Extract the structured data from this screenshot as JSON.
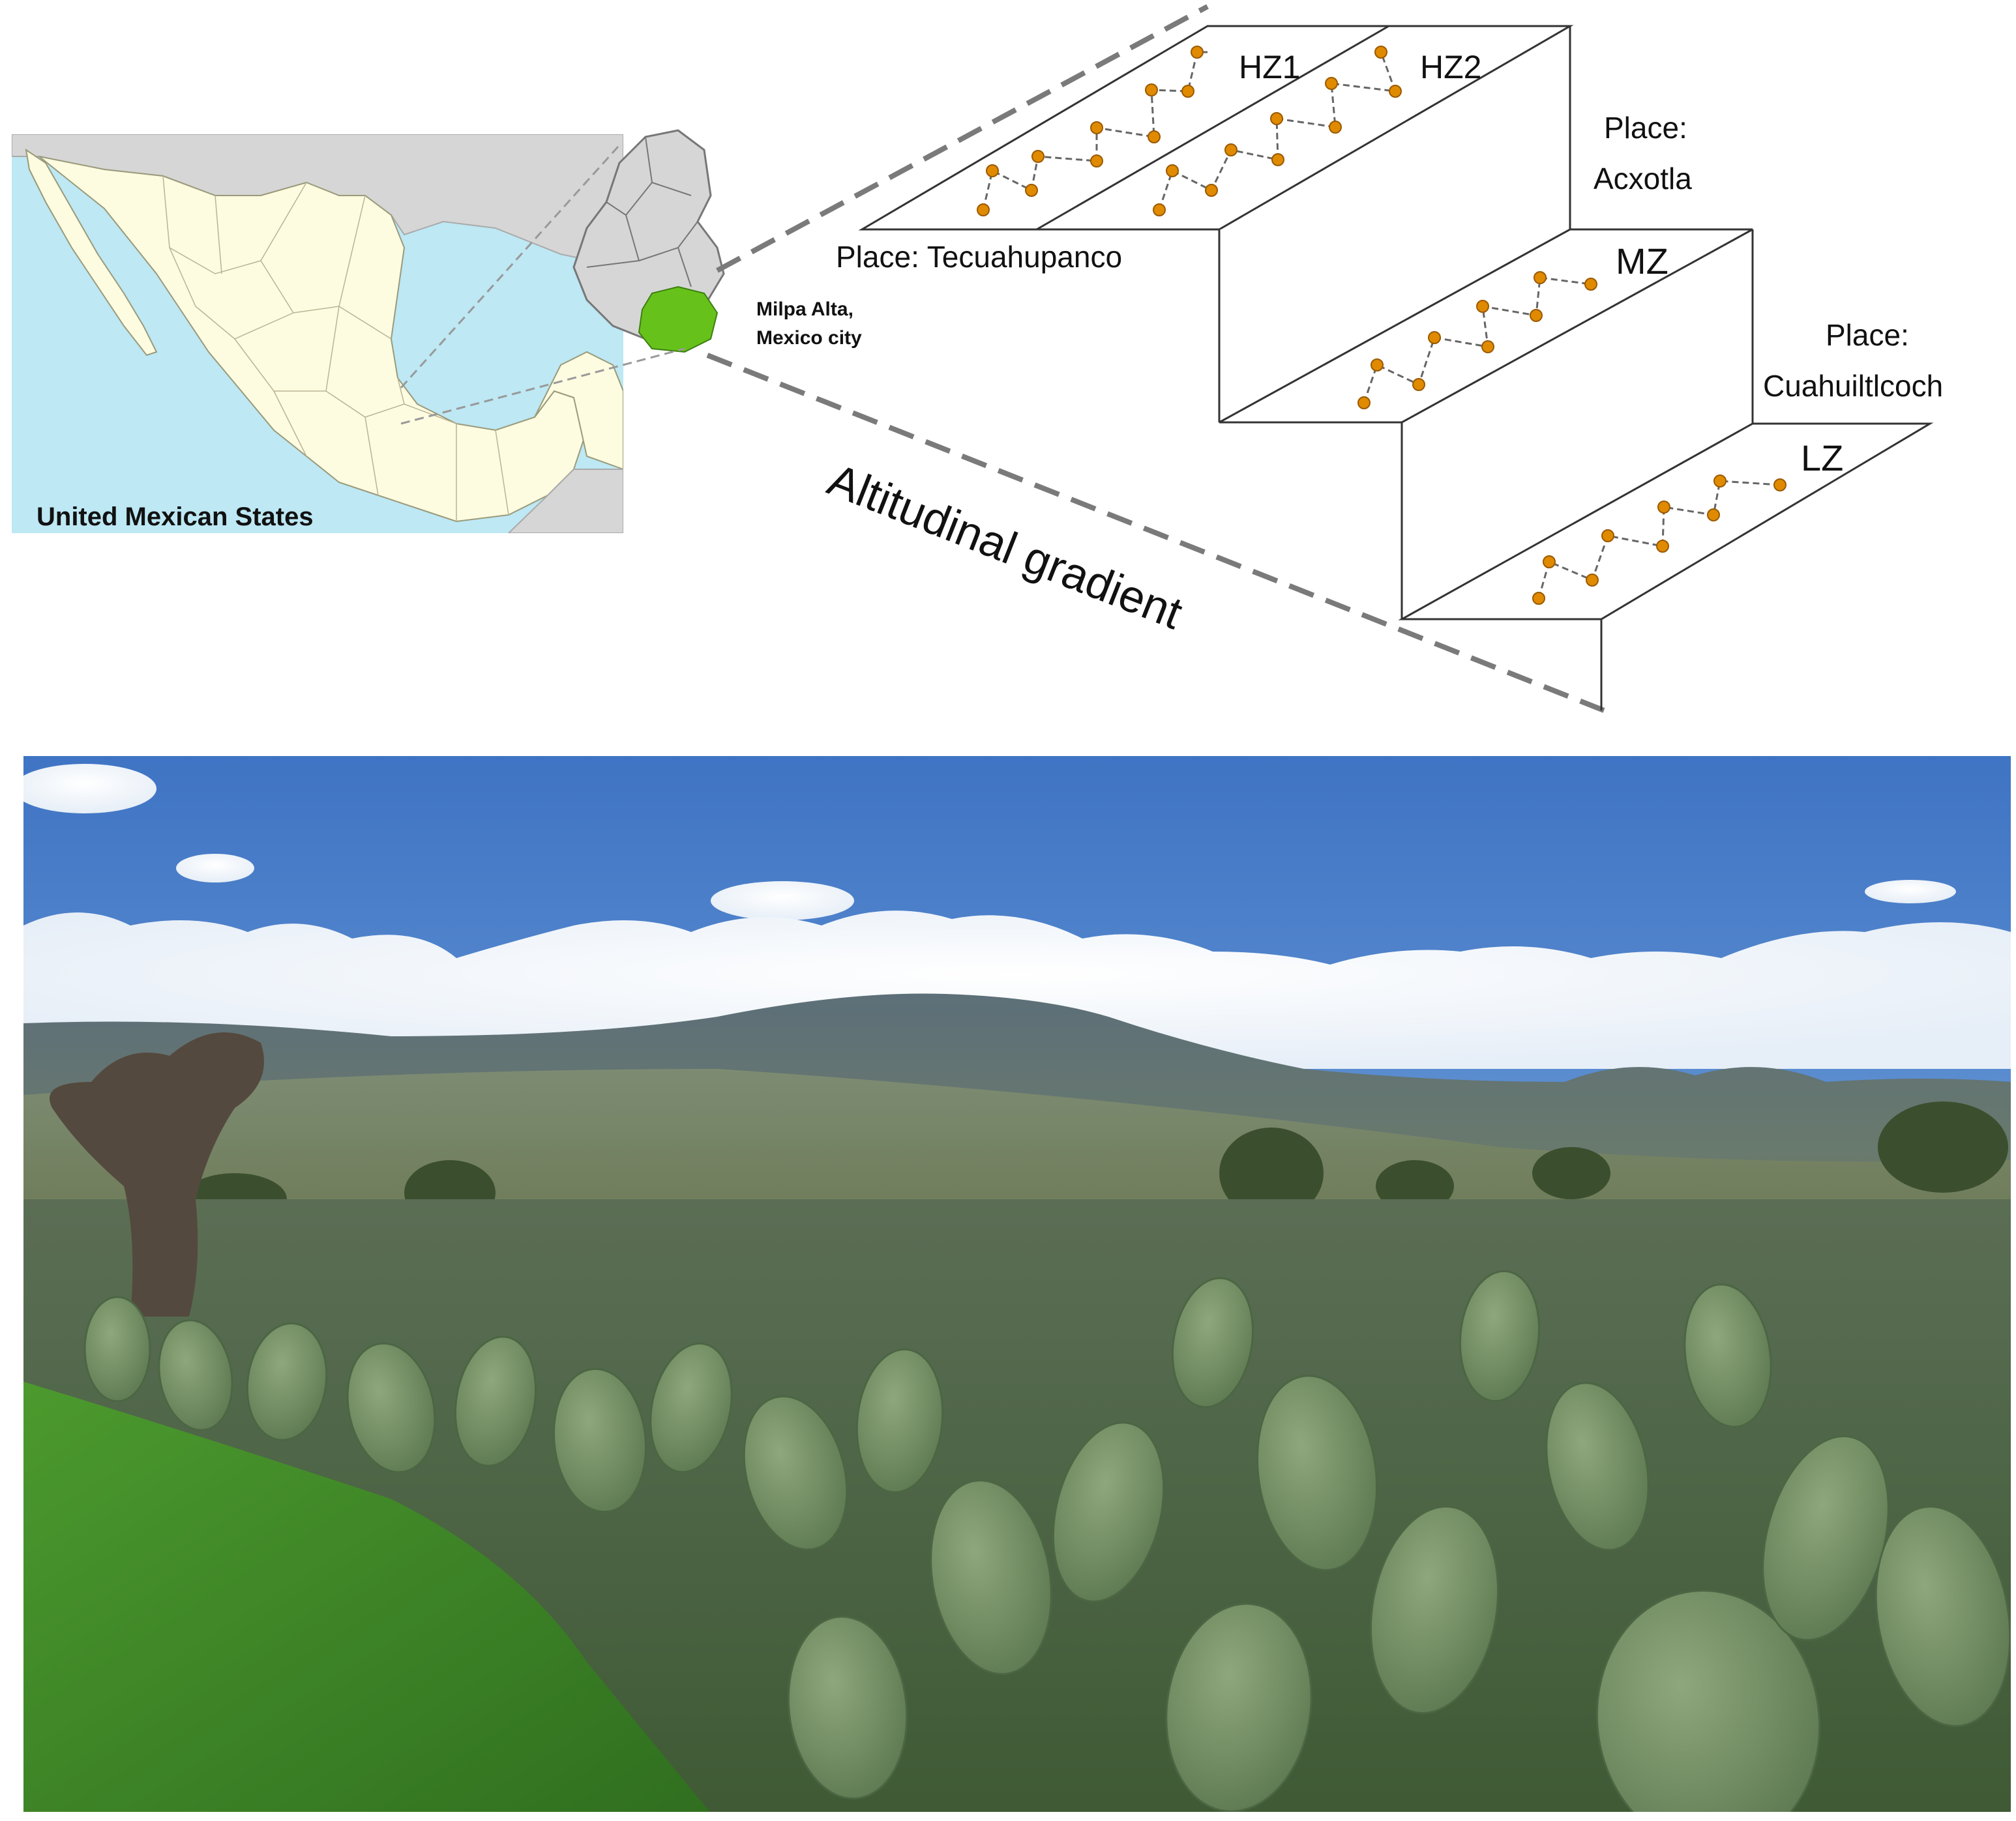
{
  "map": {
    "country_label": "United Mexican States",
    "region_label_line1": "Milpa Alta,",
    "region_label_line2": "Mexico city"
  },
  "gradient_label": "Altitudinal gradient",
  "zones": {
    "hz1": "HZ1",
    "hz2": "HZ2",
    "mz": "MZ",
    "lz": "LZ"
  },
  "places": {
    "top": "Place: Tecuahupanco",
    "middle_line1": "Place:",
    "middle_line2": "Acxotla",
    "bottom_line1": "Place:",
    "bottom_line2": "Cuahuiltlcoch"
  },
  "colors": {
    "land": "#fdfbe0",
    "ocean": "#bde8f4",
    "neighbor_land": "#d6d6d6",
    "highlight_region": "#66c21a",
    "sample_point": "#e08a00",
    "sample_point_stroke": "#9a5a00"
  },
  "photo": {
    "subject": "prickly-pear-cactus-field"
  }
}
